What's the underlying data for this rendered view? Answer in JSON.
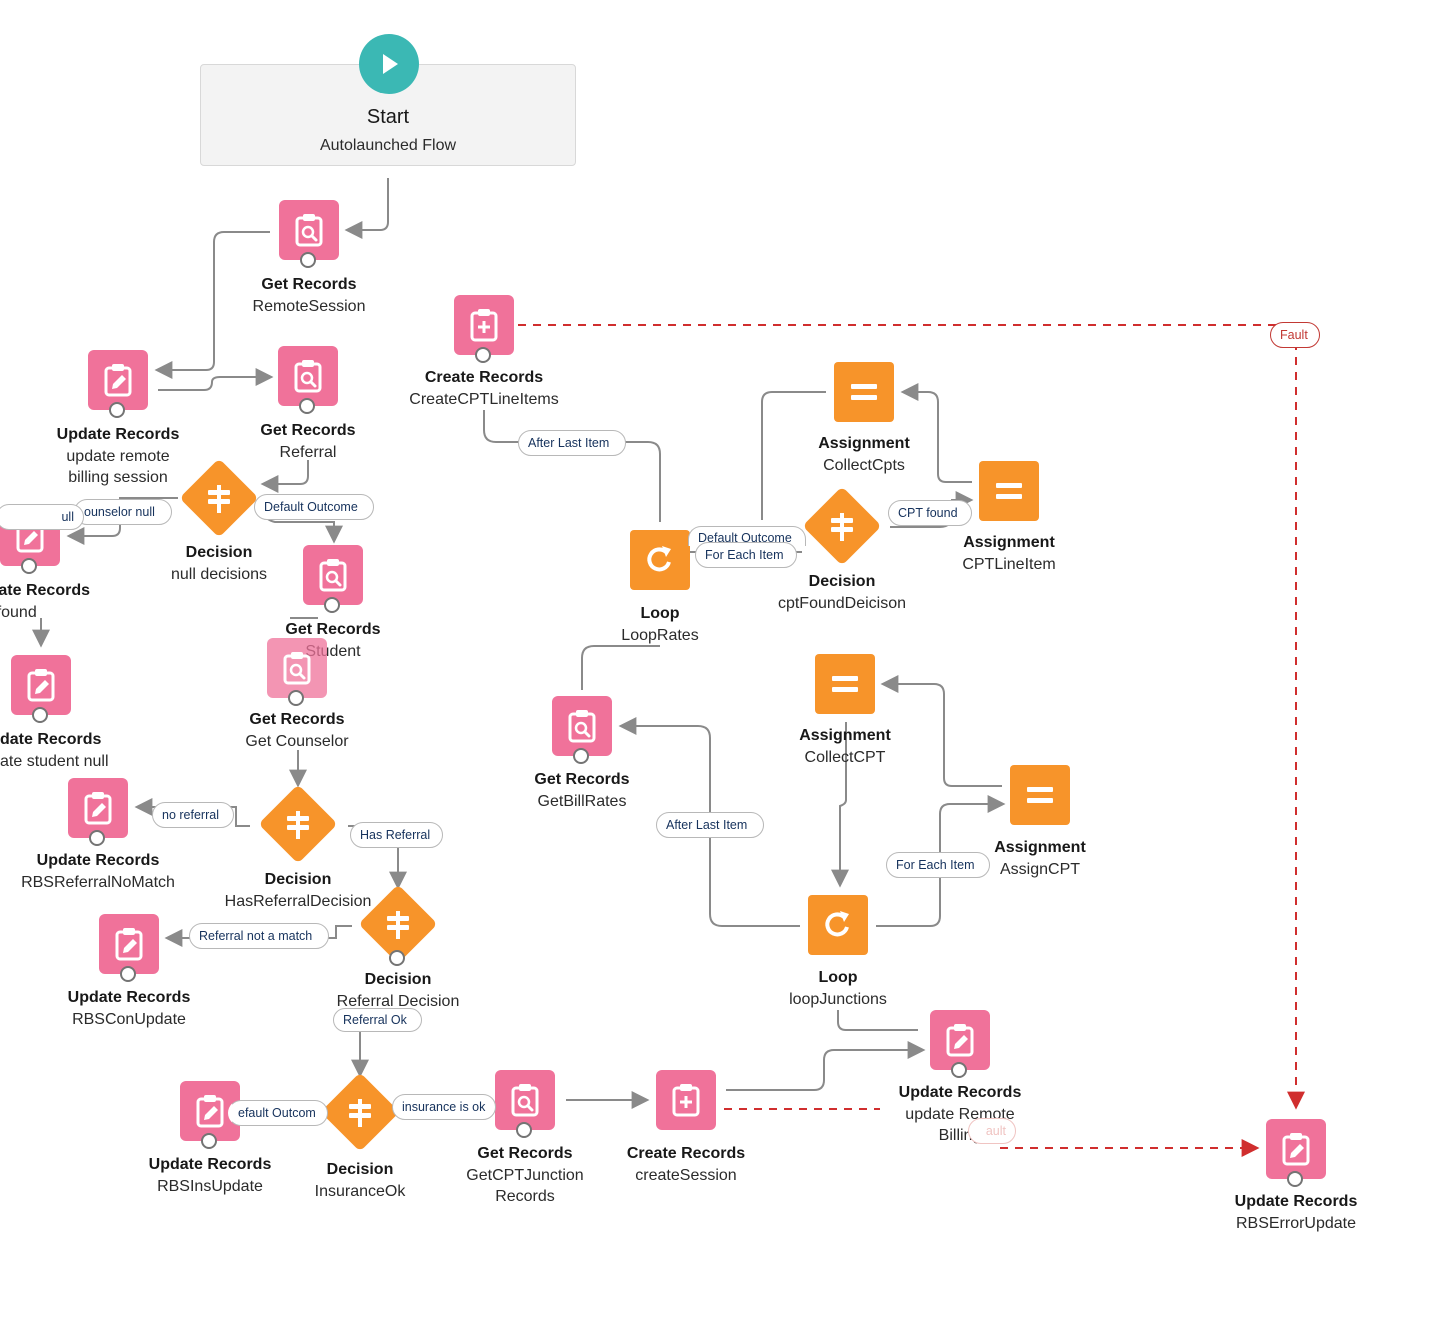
{
  "start": {
    "title": "Start",
    "subtitle": "Autolaunched Flow",
    "icon": "play-icon",
    "color": "#3bb8b4"
  },
  "colors": {
    "records": "#f0729a",
    "logic": "#f7942a",
    "connector": "#8a8a8a",
    "fault": "#d02e2e"
  },
  "nodes": {
    "get_remote_session": {
      "type": "Get Records",
      "label": "RemoteSession",
      "icon": "get-records-icon"
    },
    "update_remote_billing_session": {
      "type": "Update Records",
      "label": "update remote billing session",
      "icon": "update-records-icon"
    },
    "get_referral": {
      "type": "Get Records",
      "label": "Referral",
      "icon": "get-records-icon"
    },
    "decision_null_decisions": {
      "type": "Decision",
      "label": "null decisions",
      "icon": "decision-icon"
    },
    "update_counselor_not_found": {
      "type": "Update Records",
      "label": "not found",
      "icon": "update-records-icon"
    },
    "update_student_null": {
      "type": "Update Records",
      "label": "update student null",
      "icon": "update-records-icon"
    },
    "get_student": {
      "type": "Get Records",
      "label": "Student",
      "icon": "get-records-icon"
    },
    "get_counselor": {
      "type": "Get Records",
      "label": "Get Counselor",
      "icon": "get-records-icon"
    },
    "update_rbs_referral_no_match": {
      "type": "Update Records",
      "label": "RBSReferralNoMatch",
      "icon": "update-records-icon"
    },
    "decision_has_referral": {
      "type": "Decision",
      "label": "HasReferralDecision",
      "icon": "decision-icon"
    },
    "decision_referral": {
      "type": "Decision",
      "label": "Referral Decision",
      "icon": "decision-icon"
    },
    "update_rbs_con": {
      "type": "Update Records",
      "label": "RBSConUpdate",
      "icon": "update-records-icon"
    },
    "update_rbs_ins": {
      "type": "Update Records",
      "label": "RBSInsUpdate",
      "icon": "update-records-icon"
    },
    "decision_insurance_ok": {
      "type": "Decision",
      "label": "InsuranceOk",
      "icon": "decision-icon"
    },
    "get_cpt_junction_records": {
      "type": "Get Records",
      "label": "GetCPTJunction Records",
      "icon": "get-records-icon"
    },
    "create_session": {
      "type": "Create Records",
      "label": "createSession",
      "icon": "create-records-icon"
    },
    "update_remote_billing": {
      "type": "Update Records",
      "label": "update Remote Billing",
      "icon": "update-records-icon"
    },
    "update_rbs_error": {
      "type": "Update Records",
      "label": "RBSErrorUpdate",
      "icon": "update-records-icon"
    },
    "create_cpt_line_items": {
      "type": "Create Records",
      "label": "CreateCPTLineItems",
      "icon": "create-records-icon"
    },
    "assignment_collect_cpts": {
      "type": "Assignment",
      "label": "CollectCpts",
      "icon": "assignment-icon"
    },
    "assignment_cpt_line_item": {
      "type": "Assignment",
      "label": "CPTLineItem",
      "icon": "assignment-icon"
    },
    "decision_cpt_found": {
      "type": "Decision",
      "label": "cptFoundDeicison",
      "icon": "decision-icon"
    },
    "loop_rates": {
      "type": "Loop",
      "label": "LoopRates",
      "icon": "loop-icon"
    },
    "get_bill_rates": {
      "type": "Get Records",
      "label": "GetBillRates",
      "icon": "get-records-icon"
    },
    "assignment_collect_cpt": {
      "type": "Assignment",
      "label": "CollectCPT",
      "icon": "assignment-icon"
    },
    "assignment_assign_cpt": {
      "type": "Assignment",
      "label": "AssignCPT",
      "icon": "assignment-icon"
    },
    "loop_junctions": {
      "type": "Loop",
      "label": "loopJunctions",
      "icon": "loop-icon"
    }
  },
  "connector_labels": {
    "counselor_null": "ounselor null",
    "student_null": "ull",
    "default_outcome_null": "Default Outcome",
    "no_referral": "no referral",
    "has_referral": "Has Referral",
    "referral_not_a_match": "Referral not a match",
    "referral_ok": "Referral Ok",
    "default_outcome_insurance": "efault Outcom",
    "insurance_is_ok": "insurance is ok",
    "fault_top": "Fault",
    "fault_bottom": "ault",
    "after_last_item_rates": "After Last Item",
    "default_outcome_cpt": "Default Outcome",
    "for_each_item_rates": "For Each Item",
    "cpt_found": "CPT found",
    "after_last_item_junctions": "After Last Item",
    "for_each_item_junctions": "For Each Item"
  }
}
